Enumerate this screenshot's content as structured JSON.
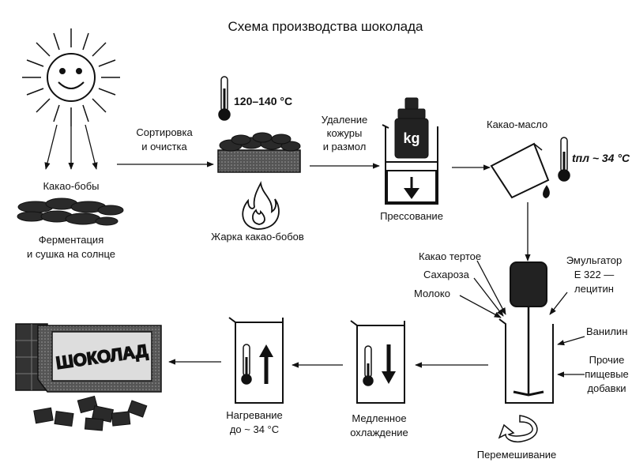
{
  "title": "Схема производства шоколада",
  "stages": {
    "sun_beans": {
      "label": "Какао-бобы",
      "caption_line1": "Ферментация",
      "caption_line2": "и сушка на солнце"
    },
    "sorting": {
      "line1": "Сортировка",
      "line2": "и очистка"
    },
    "roasting": {
      "temperature": "120–140 °C",
      "label": "Жарка какао-бобов"
    },
    "husk_removal": {
      "line1": "Удаление",
      "line2": "кожуры",
      "line3": "и размол"
    },
    "pressing": {
      "weight_label": "kg",
      "label": "Прессование"
    },
    "cocoa_butter": {
      "label": "Какао-масло",
      "temperature": "tпл ~ 34 °C"
    },
    "mixing_inputs": {
      "cocoa_mass": "Какао тертое",
      "sugar": "Сахароза",
      "milk": "Молоко",
      "emulsifier_line1": "Эмульгатор",
      "emulsifier_line2": "Е 322 —",
      "emulsifier_line3": "лецитин",
      "vanillin": "Ванилин",
      "other_line1": "Прочие",
      "other_line2": "пищевые",
      "other_line3": "добавки"
    },
    "mixing": {
      "label": "Перемешивание"
    },
    "cooling": {
      "line1": "Медленное",
      "line2": "охлаждение"
    },
    "heating": {
      "line1": "Нагревание",
      "line2": "до ~ 34 °C"
    },
    "chocolate": {
      "label": "ШОКОЛАД"
    }
  }
}
